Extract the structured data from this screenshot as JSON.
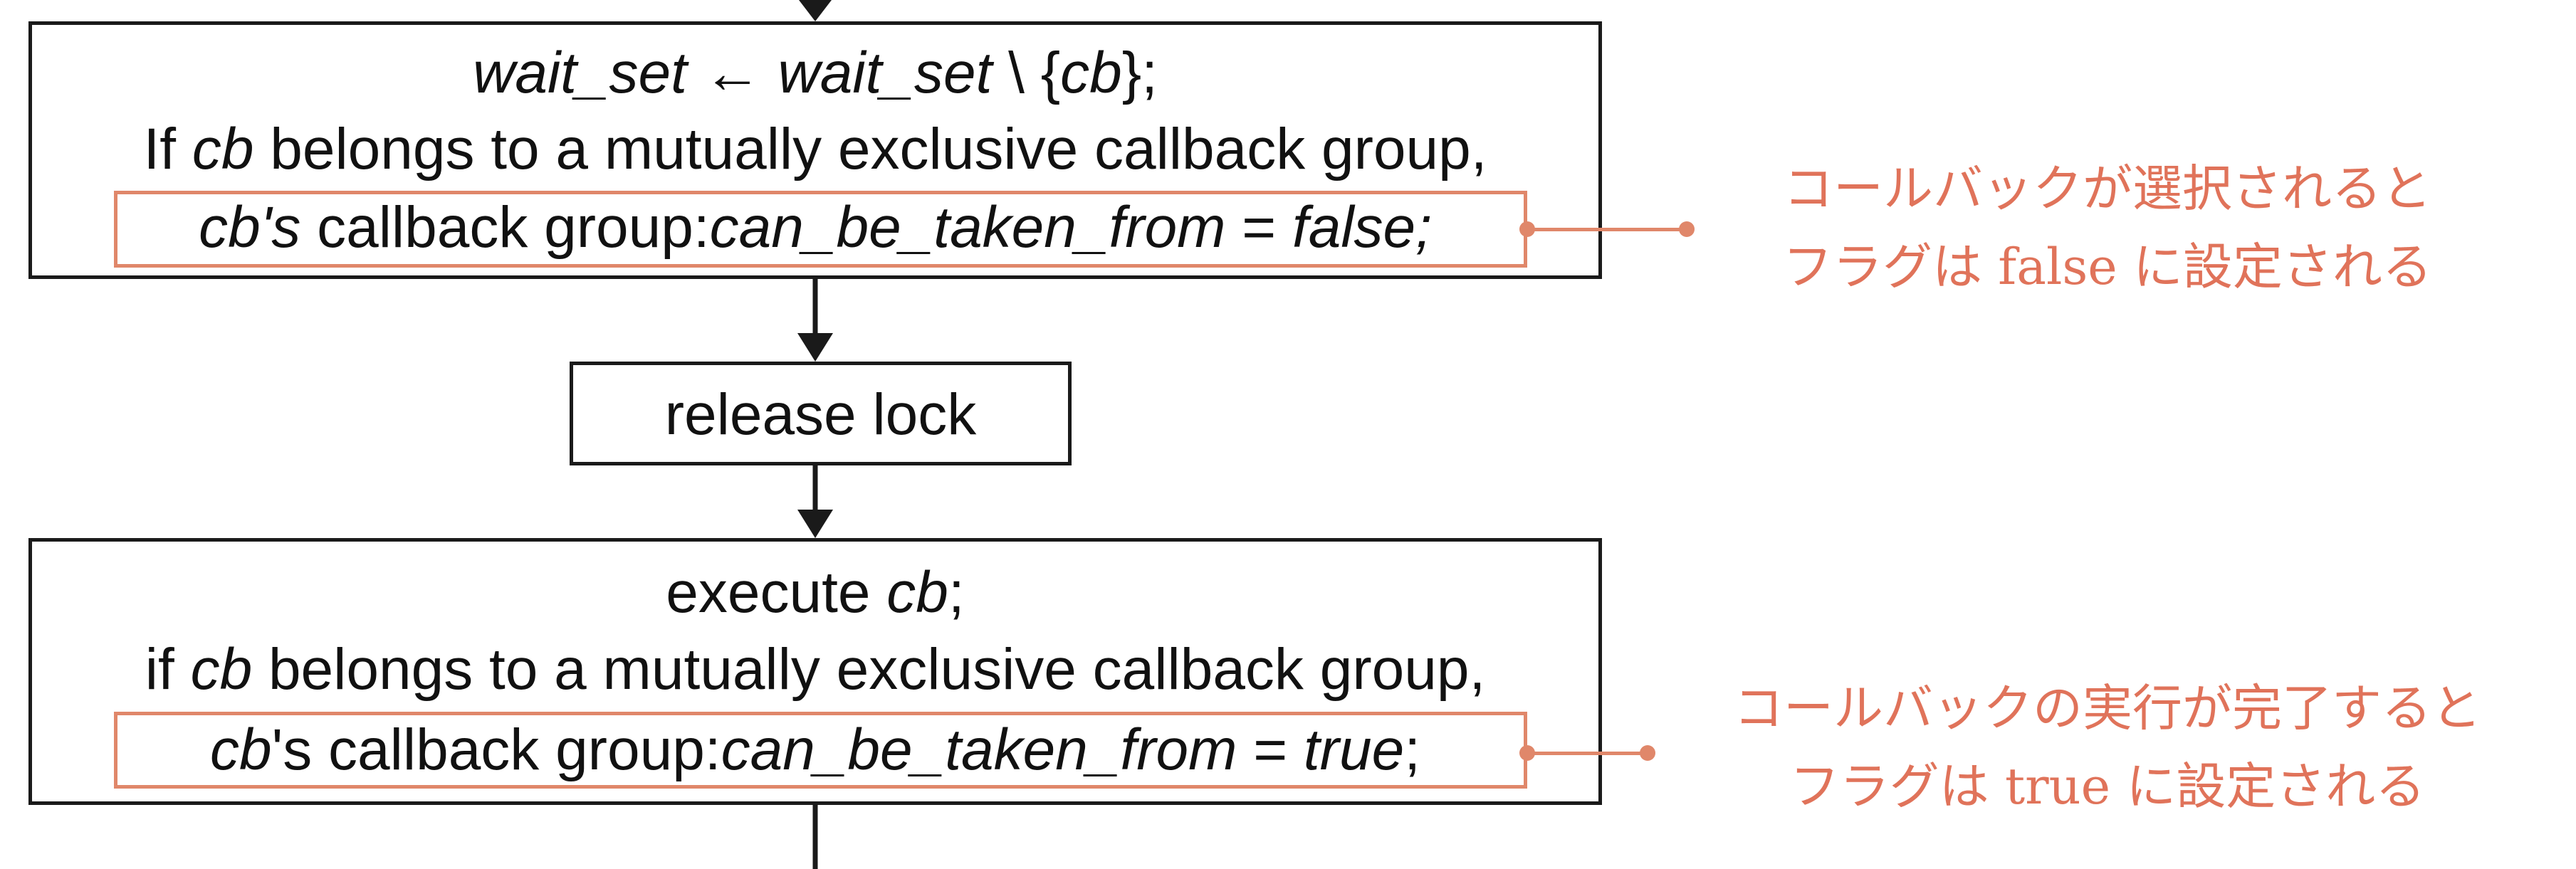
{
  "box1": {
    "line1": {
      "a": "wait_set",
      "arrow": " ← ",
      "b": "wait_set",
      "c": " \\ {",
      "d": "cb",
      "e": "};"
    },
    "line2": {
      "a": "If ",
      "b": "cb",
      "c": " belongs to a mutually exclusive callback group,"
    },
    "line3": {
      "a": "cb's",
      "b": " callback group:",
      "c": "can_be_taken_from",
      "d": " = ",
      "e": "false;"
    }
  },
  "box2": {
    "label": "release lock"
  },
  "box3": {
    "line1": {
      "a": "execute ",
      "b": "cb",
      "c": ";"
    },
    "line2": {
      "a": "if ",
      "b": "cb",
      "c": " belongs to a mutually exclusive callback group,"
    },
    "line3": {
      "a": "cb",
      "b": "'s callback group:",
      "c": "can_be_taken_from",
      "d": " = ",
      "e": "true",
      "f": ";"
    }
  },
  "annotations": {
    "top": {
      "line1": "コールバックが選択されると",
      "line2": "フラグは false に設定される"
    },
    "bottom": {
      "line1": "コールバックの実行が完了すると",
      "line2": "フラグは true に設定される"
    }
  },
  "colors": {
    "annotation": "#e0735a",
    "highlight": "#e0876a",
    "box_border": "#1a1a1a"
  }
}
